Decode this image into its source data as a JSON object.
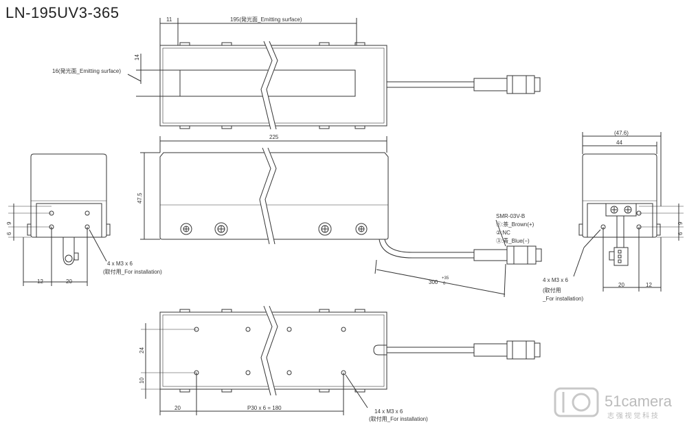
{
  "title": "LN-195UV3-365",
  "top_view": {
    "dim_left_margin": "11",
    "dim_emitting_length": "195(発光面_Emitting surface)",
    "dim_height": "14",
    "emit_width_label": "16(発光面_Emitting surface)"
  },
  "front_view": {
    "dim_length": "225",
    "dim_height": "47.5",
    "connector": {
      "model": "SMR-03V-B",
      "pin1": "①:茶_Brown(+)",
      "pin2": "②:NC",
      "pin3": "③:青_Blue(−)"
    },
    "cable_length": "300",
    "cable_tol_plus": "+35",
    "cable_tol_minus": "0"
  },
  "left_view": {
    "dim_9": "9",
    "dim_6": "6",
    "dim_12": "12",
    "dim_20": "20",
    "holes_line1": "4 x M3 x 6",
    "holes_line2": "(取付用_For installation)"
  },
  "right_view": {
    "dim_total": "(47.6)",
    "dim_width": "44",
    "dim_9": "9",
    "dim_6": "6",
    "dim_20": "20",
    "dim_12": "12",
    "holes_line1": "4 x M3 x 6",
    "holes_line2": "(取付用",
    "holes_line3": "_For installation)"
  },
  "bottom_view": {
    "dim_24": "24",
    "dim_10": "10",
    "dim_20": "20",
    "dim_pitch": "P30 x 6 = 180",
    "holes_line1": "14 x M3 x 6",
    "holes_line2": "(取付用_For installation)"
  },
  "watermark": {
    "brand": "51camera",
    "tagline": "志 强 视 觉 科 技"
  }
}
